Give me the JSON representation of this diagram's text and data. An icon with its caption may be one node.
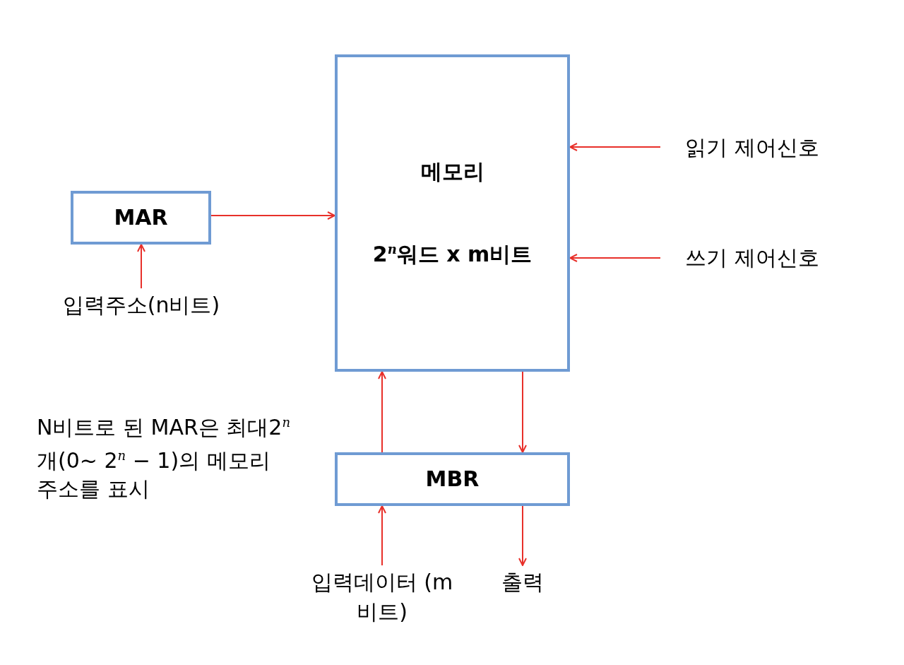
{
  "diagram": {
    "nodes": [
      {
        "text": [
          "MAR"
        ]
      },
      {
        "text": [
          "메모리",
          "2$^{n}$워드 x m비트"
        ]
      },
      {
        "text": [
          "MBR"
        ]
      },
      {
        "text": [
          "입력주소(n비트)"
        ]
      },
      {
        "text": [
          "읽기 제어신호"
        ]
      },
      {
        "text": [
          "쓰기 제어신호"
        ]
      },
      {
        "text": [
          "입력데이터 (m비트)"
        ]
      },
      {
        "text": [
          "출력"
        ]
      }
    ],
    "edges": [
      {
        "from": 3,
        "to": 0,
        "arrow": "to"
      },
      {
        "from": 0,
        "to": 1,
        "arrow": "to"
      },
      {
        "from": 4,
        "to": 1,
        "arrow": "to"
      },
      {
        "from": 5,
        "to": 1,
        "arrow": "to"
      },
      {
        "from": 2,
        "to": 1,
        "arrow": "to"
      },
      {
        "from": 1,
        "to": 2,
        "arrow": "to"
      },
      {
        "from": 6,
        "to": 2,
        "arrow": "to"
      },
      {
        "from": 2,
        "to": 7,
        "arrow": "to"
      }
    ],
    "labels": [
      "N비트로 된 MAR은 최대2$^{n}$ 개(0~ 2$^{n}$ − 1)의 메모리 주소를 표시"
    ]
  }
}
